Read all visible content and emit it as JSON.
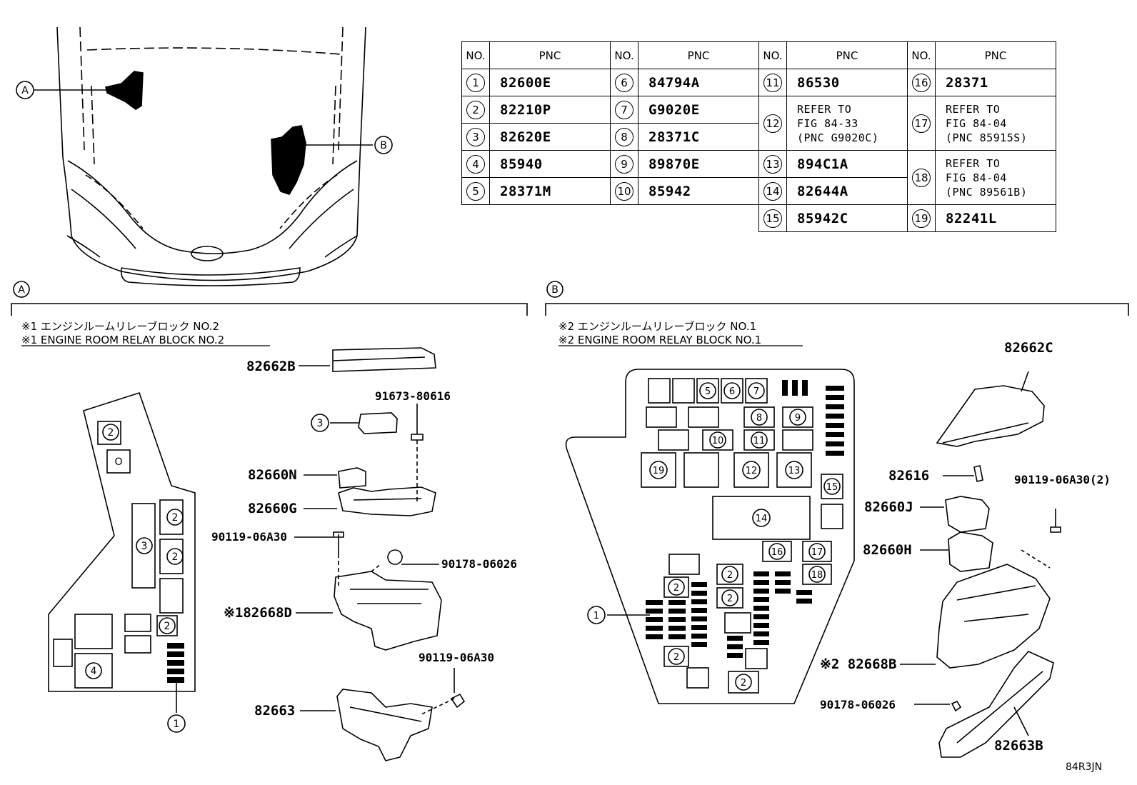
{
  "table": {
    "header_no": "NO.",
    "header_pnc": "PNC",
    "rows": [
      [
        {
          "no": "1",
          "pnc": "82600E"
        },
        {
          "no": "6",
          "pnc": "84794A"
        },
        {
          "no": "11",
          "pnc": "86530"
        },
        {
          "no": "16",
          "pnc": "28371"
        }
      ],
      [
        {
          "no": "2",
          "pnc": "82210P"
        },
        {
          "no": "7",
          "pnc": "G9020E"
        }
      ],
      [
        {
          "no": "3",
          "pnc": "82620E"
        },
        {
          "no": "8",
          "pnc": "28371C"
        }
      ],
      [
        {
          "no": "4",
          "pnc": "85940"
        },
        {
          "no": "9",
          "pnc": "89870E"
        },
        {
          "no": "13",
          "pnc": "894C1A"
        }
      ],
      [
        {
          "no": "5",
          "pnc": "28371M"
        },
        {
          "no": "10",
          "pnc": "85942"
        },
        {
          "no": "14",
          "pnc": "82644A"
        }
      ],
      [
        {
          "no": "15",
          "pnc": "85942C"
        },
        {
          "no": "19",
          "pnc": "82241L"
        }
      ]
    ],
    "ref12": {
      "no": "12",
      "lines": [
        "REFER TO",
        "FIG 84-33",
        "(PNC G9020C)"
      ]
    },
    "ref17": {
      "no": "17",
      "lines": [
        "REFER TO",
        "FIG 84-04",
        "(PNC 85915S)"
      ]
    },
    "ref18": {
      "no": "18",
      "lines": [
        "REFER TO",
        "FIG 84-04",
        "(PNC 89561B)"
      ]
    }
  },
  "overview": {
    "callout_a": "A",
    "callout_b": "B"
  },
  "section_a": {
    "tag": "A",
    "title_jp": "※1 エンジンルームリレーブロック NO.2",
    "title_en": "※1 ENGINE ROOM RELAY BLOCK NO.2",
    "block_labels": [
      "2",
      "O",
      "2",
      "2",
      "3",
      "2",
      "4",
      "1"
    ],
    "parts": {
      "p1": "82662B",
      "p2": "91673-80616",
      "p3": "3",
      "p4": "82660N",
      "p5": "82660G",
      "p6": "90119-06A30",
      "p7": "90178-06026",
      "p8": "※182668D",
      "p9": "90119-06A30",
      "p10": "82663"
    }
  },
  "section_b": {
    "tag": "B",
    "title_jp": "※2 エンジンルームリレーブロック NO.1",
    "title_en": "※2 ENGINE ROOM RELAY BLOCK NO.1",
    "block_labels": [
      "5",
      "6",
      "7",
      "8",
      "9",
      "10",
      "11",
      "19",
      "12",
      "13",
      "15",
      "14",
      "16",
      "17",
      "2",
      "18",
      "2",
      "2",
      "2",
      "2",
      "1"
    ],
    "parts": {
      "p1": "82662C",
      "p2": "82616",
      "p3": "90119-06A30(2)",
      "p4": "82660J",
      "p5": "82660H",
      "p6": "※2 82668B",
      "p7": "90178-06026",
      "p8": "82663B"
    }
  },
  "footer": {
    "code": "84R3JN"
  }
}
